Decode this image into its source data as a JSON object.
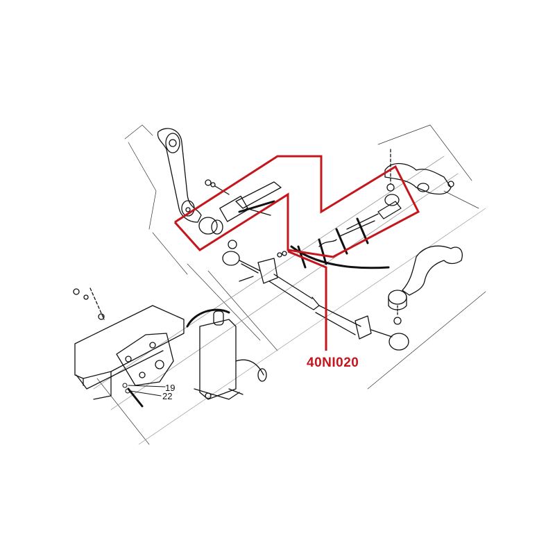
{
  "diagram": {
    "type": "exploded-parts-diagram",
    "subject": "steering linkage assembly",
    "highlight_color": "#c4161c",
    "line_color": "#111111",
    "background": "#ffffff",
    "part_label": "40NI020",
    "callouts": [
      {
        "number": "19"
      },
      {
        "number": "22"
      }
    ],
    "components": [
      "pitman-arm",
      "tie-rod-end-left",
      "drag-link-highlighted",
      "tie-rod-end-right",
      "tie-rod-sleeve",
      "idler-arm",
      "idler-arm-bracket",
      "steering-gearbox",
      "frame-rail",
      "mounting-bracket"
    ]
  }
}
